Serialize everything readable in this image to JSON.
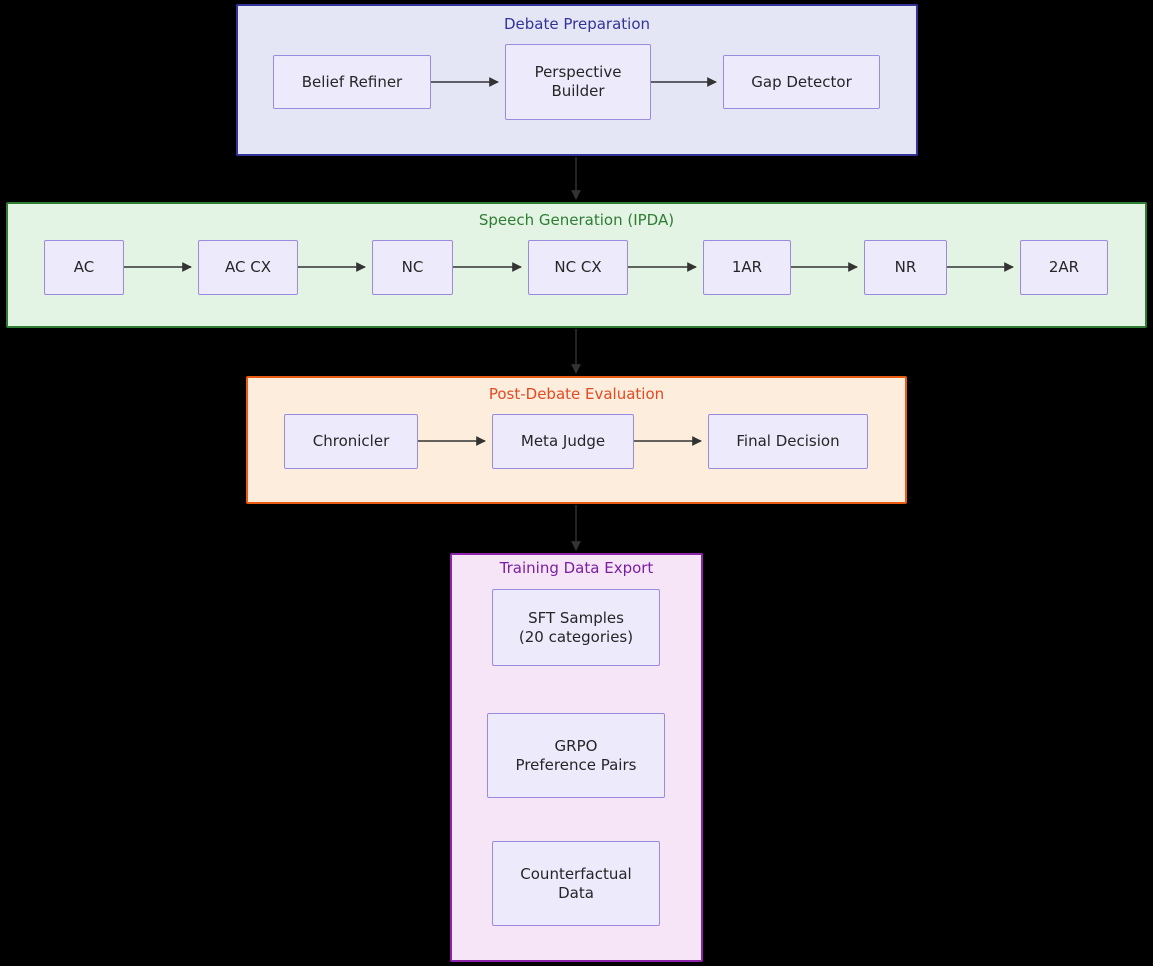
{
  "diagram": {
    "type": "flowchart",
    "direction": "top-to-bottom",
    "background_color": "#000000",
    "node_fill": "#ECEAFB",
    "node_border": "#9B8BDF",
    "edge_color": "#333333"
  },
  "subgraphs": [
    {
      "id": "debate-preparation",
      "title": "Debate Preparation",
      "title_color": "#333399",
      "fill": "#E4E6F5",
      "border": "#333399",
      "nodes": [
        {
          "id": "belief-refiner",
          "label": "Belief Refiner"
        },
        {
          "id": "perspective-builder",
          "label": "Perspective\nBuilder"
        },
        {
          "id": "gap-detector",
          "label": "Gap Detector"
        }
      ],
      "edges": [
        {
          "from": "belief-refiner",
          "to": "perspective-builder"
        },
        {
          "from": "perspective-builder",
          "to": "gap-detector"
        }
      ]
    },
    {
      "id": "speech-generation",
      "title": "Speech Generation (IPDA)",
      "title_color": "#2E7D32",
      "fill": "#E4F4E4",
      "border": "#2E7D32",
      "nodes": [
        {
          "id": "ac",
          "label": "AC"
        },
        {
          "id": "ac-cx",
          "label": "AC CX"
        },
        {
          "id": "nc",
          "label": "NC"
        },
        {
          "id": "nc-cx",
          "label": "NC CX"
        },
        {
          "id": "1ar",
          "label": "1AR"
        },
        {
          "id": "nr",
          "label": "NR"
        },
        {
          "id": "2ar",
          "label": "2AR"
        }
      ],
      "edges": [
        {
          "from": "ac",
          "to": "ac-cx"
        },
        {
          "from": "ac-cx",
          "to": "nc"
        },
        {
          "from": "nc",
          "to": "nc-cx"
        },
        {
          "from": "nc-cx",
          "to": "1ar"
        },
        {
          "from": "1ar",
          "to": "nr"
        },
        {
          "from": "nr",
          "to": "2ar"
        }
      ]
    },
    {
      "id": "post-debate-evaluation",
      "title": "Post-Debate Evaluation",
      "title_color": "#E24A22",
      "fill": "#FDEDDC",
      "border": "#EB5B11",
      "nodes": [
        {
          "id": "chronicler",
          "label": "Chronicler"
        },
        {
          "id": "meta-judge",
          "label": "Meta Judge"
        },
        {
          "id": "final-decision",
          "label": "Final Decision"
        }
      ],
      "edges": [
        {
          "from": "chronicler",
          "to": "meta-judge"
        },
        {
          "from": "meta-judge",
          "to": "final-decision"
        }
      ]
    },
    {
      "id": "training-data-export",
      "title": "Training Data Export",
      "title_color": "#7B1FA2",
      "fill": "#F5E5F7",
      "border": "#8E24AA",
      "nodes": [
        {
          "id": "sft-samples",
          "label": "SFT Samples\n(20 categories)"
        },
        {
          "id": "grpo-preference-pairs",
          "label": "GRPO\nPreference Pairs"
        },
        {
          "id": "counterfactual-data",
          "label": "Counterfactual\nData"
        }
      ],
      "edges": []
    }
  ],
  "cross_edges": [
    {
      "from": "debate-preparation",
      "to": "speech-generation"
    },
    {
      "from": "speech-generation",
      "to": "post-debate-evaluation"
    },
    {
      "from": "post-debate-evaluation",
      "to": "training-data-export"
    }
  ]
}
